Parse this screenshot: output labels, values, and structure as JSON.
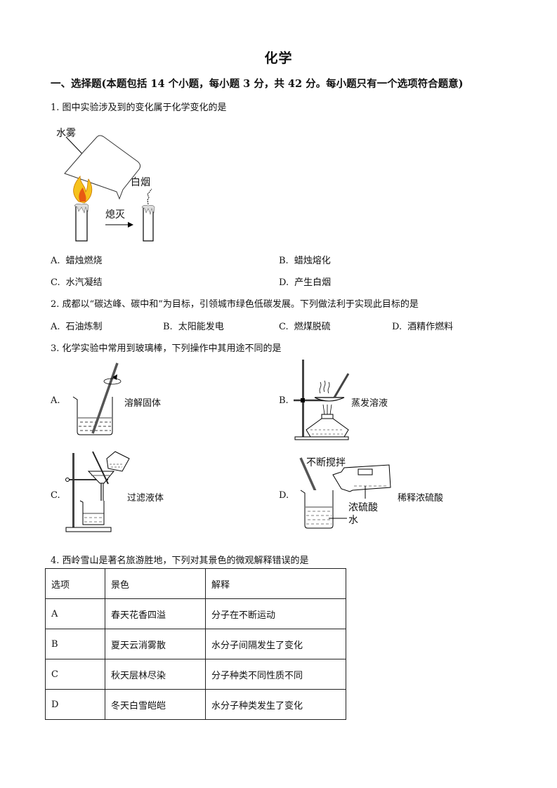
{
  "document": {
    "title": "化学",
    "section_heading": "一、选择题(本题包括 14 个小题，每小题 3 分，共 42 分。每小题只有一个选项符合题意)"
  },
  "questions": [
    {
      "number": "1.",
      "stem": "图中实验涉及到的变化属于化学变化的是",
      "figure_labels": {
        "water_mist": "水雾",
        "white_smoke": "白烟",
        "extinguish": "熄灭"
      },
      "options": [
        {
          "label": "A.",
          "text": "蜡烛燃烧"
        },
        {
          "label": "B.",
          "text": "蜡烛熔化"
        },
        {
          "label": "C.",
          "text": "水汽凝结"
        },
        {
          "label": "D.",
          "text": "产生白烟"
        }
      ]
    },
    {
      "number": "2.",
      "stem": "成都以“碳达峰、碳中和”为目标，引领城市绿色低碳发展。下列做法利于实现此目标的是",
      "options": [
        {
          "label": "A.",
          "text": "石油炼制"
        },
        {
          "label": "B.",
          "text": "太阳能发电"
        },
        {
          "label": "C.",
          "text": "燃煤脱硫"
        },
        {
          "label": "D.",
          "text": "酒精作燃料"
        }
      ]
    },
    {
      "number": "3.",
      "stem": "化学实验中常用到玻璃棒，下列操作中其用途不同的是",
      "options": [
        {
          "label": "A.",
          "text": "溶解固体"
        },
        {
          "label": "B.",
          "text": "蒸发溶液"
        },
        {
          "label": "C.",
          "text": "过滤液体"
        },
        {
          "label": "D.",
          "text": "稀释浓硫酸"
        }
      ],
      "figure_labels": {
        "stir": "不断搅拌",
        "conc_acid": "浓硫酸",
        "water": "水"
      }
    },
    {
      "number": "4.",
      "stem": "西岭雪山是著名旅游胜地，下列对其景色的微观解释错误的是",
      "table": {
        "headers": [
          "选项",
          "景色",
          "解释"
        ],
        "rows": [
          [
            "A",
            "春天花香四溢",
            "分子在不断运动"
          ],
          [
            "B",
            "夏天云消雾散",
            "水分子间隔发生了变化"
          ],
          [
            "C",
            "秋天层林尽染",
            "分子种类不同性质不同"
          ],
          [
            "D",
            "冬天白雪皑皑",
            "水分子种类发生了变化"
          ]
        ]
      }
    }
  ]
}
